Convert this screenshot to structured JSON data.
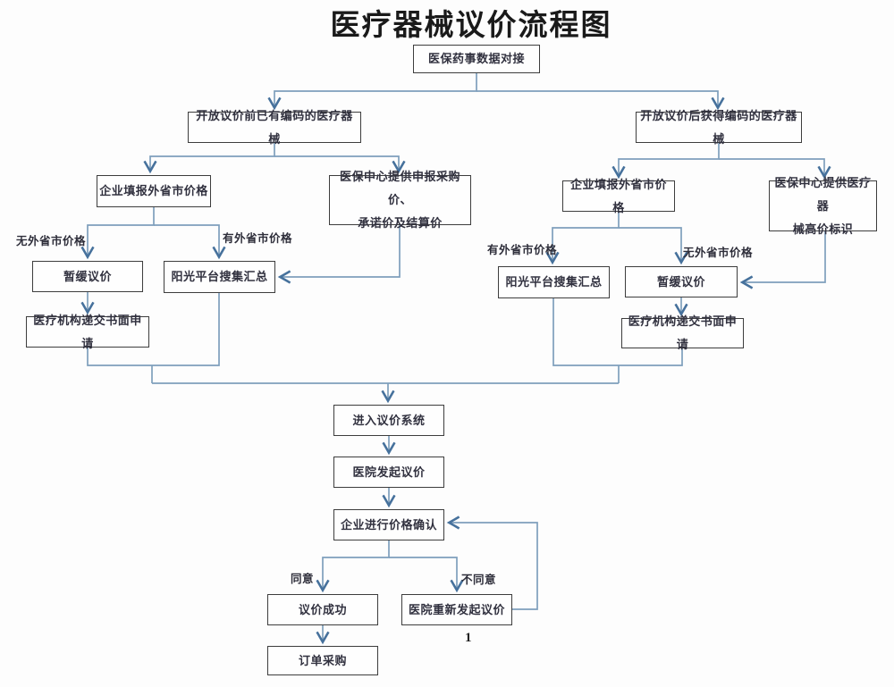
{
  "title": "医疗器械议价流程图",
  "page_number": "1",
  "colors": {
    "line": "#7e9fbc",
    "arrow": "#46719c",
    "box_border": "#3d3d3d",
    "text": "#31313f",
    "background": "#fdfdfd"
  },
  "nodes": {
    "data_link": {
      "label": "医保药事数据对接"
    },
    "branch_pre": {
      "label": "开放议价前已有编码的医疗器械"
    },
    "branch_post": {
      "label": "开放议价后获得编码的医疗器械"
    },
    "left_fill": {
      "label": "企业填报外省市价格"
    },
    "left_center": {
      "label": "医保中心提供申报采购价、\n承诺价及结算价"
    },
    "left_pause": {
      "label": "暂缓议价"
    },
    "left_sun": {
      "label": "阳光平台搜集汇总"
    },
    "left_apply": {
      "label": "医疗机构递交书面申请"
    },
    "right_fill": {
      "label": "企业填报外省市价格"
    },
    "right_center": {
      "label": "医保中心提供医疗器\n械高价标识"
    },
    "right_sun": {
      "label": "阳光平台搜集汇总"
    },
    "right_pause": {
      "label": "暂缓议价"
    },
    "right_apply": {
      "label": "医疗机构递交书面申请"
    },
    "enter_system": {
      "label": "进入议价系统"
    },
    "hospital_start": {
      "label": "医院发起议价"
    },
    "company_confirm": {
      "label": "企业进行价格确认"
    },
    "success": {
      "label": "议价成功"
    },
    "restart": {
      "label": "医院重新发起议价"
    },
    "order": {
      "label": "订单采购"
    }
  },
  "edge_labels": {
    "left_no_price": "无外省市价格",
    "left_has_price": "有外省市价格",
    "right_has_price": "有外省市价格",
    "right_no_price": "无外省市价格",
    "agree": "同意",
    "disagree": "不同意"
  }
}
